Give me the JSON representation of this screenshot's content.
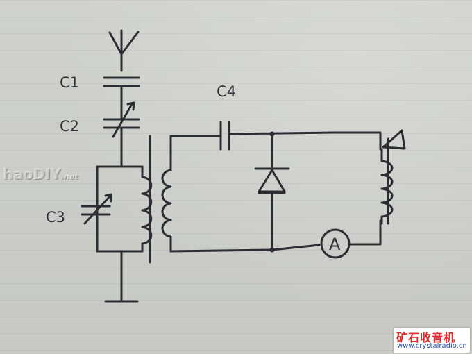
{
  "labels": {
    "c1": "C1",
    "c2": "C2",
    "c3": "C3",
    "c4": "C4",
    "meter": "A"
  },
  "watermarks": {
    "left_main": "haoDIY",
    "left_suffix": ".net",
    "corner_cn": "矿石收音机",
    "corner_url": "www.crystalradio.cn"
  },
  "colors": {
    "ink": "#2b2d33",
    "paper": "#c9ccc6",
    "corner_title": "#e02a2a",
    "corner_url": "#2450b4"
  }
}
